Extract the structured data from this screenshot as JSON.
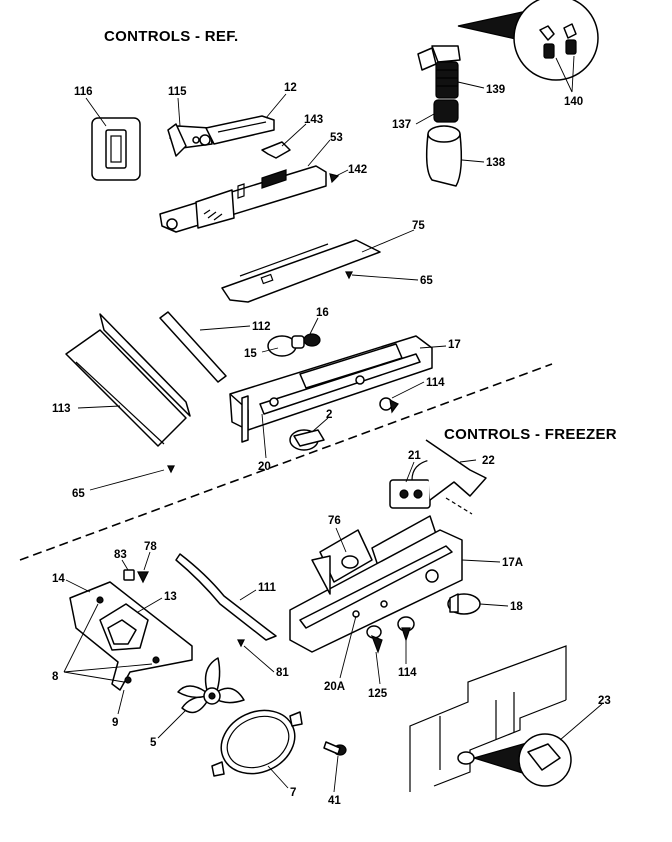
{
  "sections": {
    "refrigerator_title": "CONTROLS - REF.",
    "freezer_title": "CONTROLS - FREEZER"
  },
  "parts": [
    {
      "id": "116",
      "label": "116"
    },
    {
      "id": "115",
      "label": "115"
    },
    {
      "id": "12",
      "label": "12"
    },
    {
      "id": "143",
      "label": "143"
    },
    {
      "id": "53",
      "label": "53"
    },
    {
      "id": "142",
      "label": "142"
    },
    {
      "id": "140",
      "label": "140"
    },
    {
      "id": "139",
      "label": "139"
    },
    {
      "id": "137",
      "label": "137"
    },
    {
      "id": "138",
      "label": "138"
    },
    {
      "id": "75",
      "label": "75"
    },
    {
      "id": "65a",
      "label": "65"
    },
    {
      "id": "112",
      "label": "112"
    },
    {
      "id": "16",
      "label": "16"
    },
    {
      "id": "15",
      "label": "15"
    },
    {
      "id": "17",
      "label": "17"
    },
    {
      "id": "114a",
      "label": "114"
    },
    {
      "id": "113",
      "label": "113"
    },
    {
      "id": "2",
      "label": "2"
    },
    {
      "id": "20",
      "label": "20"
    },
    {
      "id": "65b",
      "label": "65"
    },
    {
      "id": "21",
      "label": "21"
    },
    {
      "id": "22",
      "label": "22"
    },
    {
      "id": "76",
      "label": "76"
    },
    {
      "id": "17A",
      "label": "17A"
    },
    {
      "id": "18",
      "label": "18"
    },
    {
      "id": "83",
      "label": "83"
    },
    {
      "id": "78",
      "label": "78"
    },
    {
      "id": "14",
      "label": "14"
    },
    {
      "id": "13",
      "label": "13"
    },
    {
      "id": "111",
      "label": "111"
    },
    {
      "id": "81",
      "label": "81"
    },
    {
      "id": "8",
      "label": "8"
    },
    {
      "id": "9",
      "label": "9"
    },
    {
      "id": "5",
      "label": "5"
    },
    {
      "id": "20A",
      "label": "20A"
    },
    {
      "id": "125",
      "label": "125"
    },
    {
      "id": "114b",
      "label": "114"
    },
    {
      "id": "7",
      "label": "7"
    },
    {
      "id": "41",
      "label": "41"
    },
    {
      "id": "23",
      "label": "23"
    }
  ]
}
